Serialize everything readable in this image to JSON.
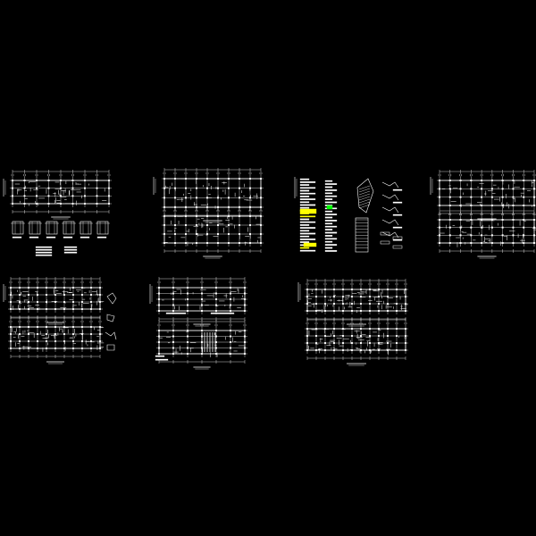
{
  "viewport": {
    "background": "#000000"
  },
  "colors": {
    "linework": "#ffffff",
    "highlight": "#ffff00",
    "accent": "#00ff00"
  },
  "sheets": [
    {
      "id": "sheet-1",
      "kind": "plan-with-sections"
    },
    {
      "id": "sheet-2",
      "kind": "two-plans"
    },
    {
      "id": "sheet-3",
      "kind": "notes-and-details"
    },
    {
      "id": "sheet-4",
      "kind": "two-plans"
    },
    {
      "id": "sheet-5",
      "kind": "two-plans-with-detail"
    },
    {
      "id": "sheet-6",
      "kind": "two-plans"
    },
    {
      "id": "sheet-7",
      "kind": "two-plans"
    }
  ]
}
